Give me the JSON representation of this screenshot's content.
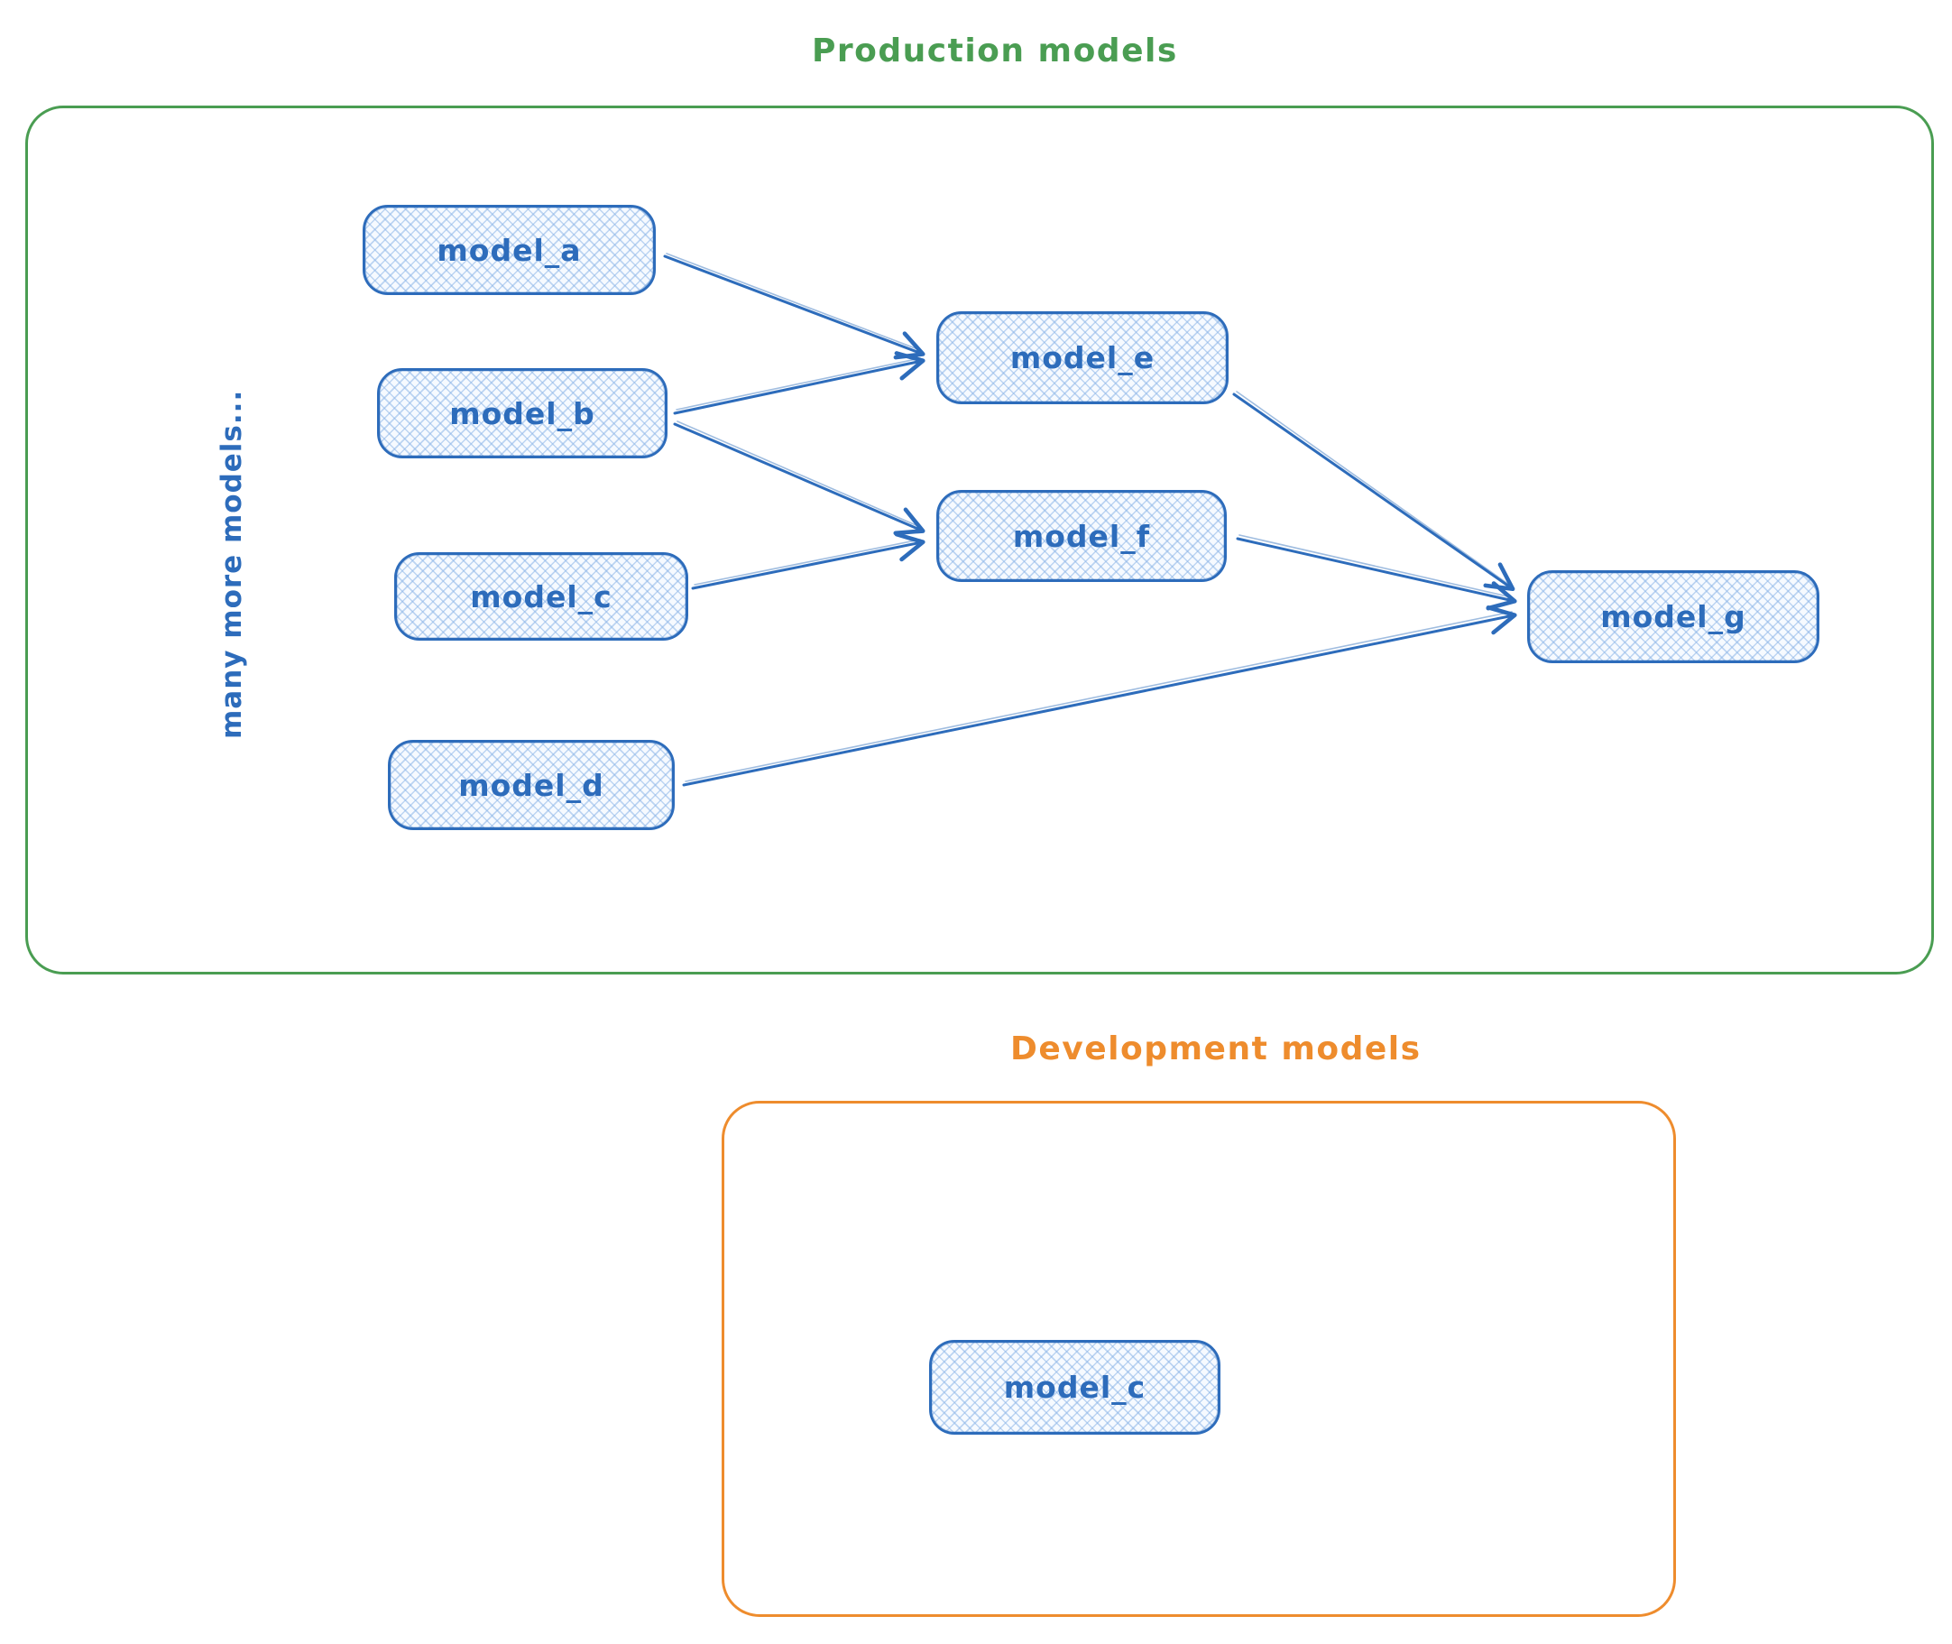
{
  "production": {
    "title": "Production models",
    "note": "many more models...",
    "nodes": [
      {
        "id": "model_a",
        "label": "model_a"
      },
      {
        "id": "model_b",
        "label": "model_b"
      },
      {
        "id": "model_c",
        "label": "model_c"
      },
      {
        "id": "model_d",
        "label": "model_d"
      },
      {
        "id": "model_e",
        "label": "model_e"
      },
      {
        "id": "model_f",
        "label": "model_f"
      },
      {
        "id": "model_g",
        "label": "model_g"
      }
    ],
    "edges": [
      {
        "from": "model_a",
        "to": "model_e"
      },
      {
        "from": "model_b",
        "to": "model_e"
      },
      {
        "from": "model_b",
        "to": "model_f"
      },
      {
        "from": "model_c",
        "to": "model_f"
      },
      {
        "from": "model_e",
        "to": "model_g"
      },
      {
        "from": "model_f",
        "to": "model_g"
      },
      {
        "from": "model_d",
        "to": "model_g"
      }
    ]
  },
  "development": {
    "title": "Development models",
    "nodes": [
      {
        "id": "model_c_dev",
        "label": "model_c"
      }
    ]
  },
  "colors": {
    "production_accent": "#4a9d52",
    "development_accent": "#ee8c2d",
    "node_stroke": "#2d6cbb",
    "node_fill": "#f6faff",
    "node_hatch": "#8cb5e7"
  }
}
